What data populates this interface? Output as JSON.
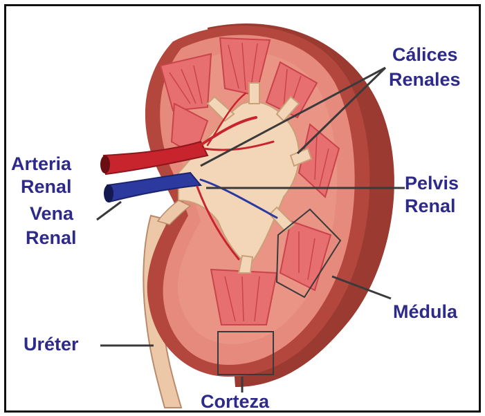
{
  "labels": {
    "calices_line1": "Cálices",
    "calices_line2": "Renales",
    "arteria_line1": "Arteria",
    "arteria_line2": "Renal",
    "vena_line1": "Vena",
    "vena_line2": "Renal",
    "pelvis_line1": "Pelvis",
    "pelvis_line2": "Renal",
    "medula": "Médula",
    "ureter": "Uréter",
    "corteza": "Corteza"
  },
  "colors": {
    "label_text": "#2e2a8a",
    "leader_line": "#3a3a3a",
    "capsule_outer": "#b3473d",
    "capsule_shadow": "#9a3a30",
    "cortex": "#e58a7c",
    "medulla": "#e76f6f",
    "medulla_stripe": "#c9434a",
    "pelvis": "#f3d6b8",
    "artery": "#c8242d",
    "vein": "#2c3aa0",
    "ureter": "#e9c4a4"
  }
}
